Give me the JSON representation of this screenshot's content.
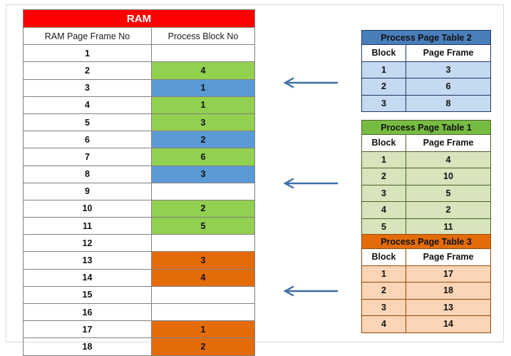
{
  "ram": {
    "title": "RAM",
    "title_color": "#FF0000",
    "columns": [
      "RAM Page Frame No",
      "Process Block No"
    ],
    "rows": [
      {
        "frame": "1",
        "block": "",
        "fill": "none"
      },
      {
        "frame": "2",
        "block": "4",
        "fill": "green"
      },
      {
        "frame": "3",
        "block": "1",
        "fill": "blue"
      },
      {
        "frame": "4",
        "block": "1",
        "fill": "green"
      },
      {
        "frame": "5",
        "block": "3",
        "fill": "green"
      },
      {
        "frame": "6",
        "block": "2",
        "fill": "blue"
      },
      {
        "frame": "7",
        "block": "6",
        "fill": "green"
      },
      {
        "frame": "8",
        "block": "3",
        "fill": "blue"
      },
      {
        "frame": "9",
        "block": "",
        "fill": "none"
      },
      {
        "frame": "10",
        "block": "2",
        "fill": "green"
      },
      {
        "frame": "11",
        "block": "5",
        "fill": "green"
      },
      {
        "frame": "12",
        "block": "",
        "fill": "none"
      },
      {
        "frame": "13",
        "block": "3",
        "fill": "orange"
      },
      {
        "frame": "14",
        "block": "4",
        "fill": "orange"
      },
      {
        "frame": "15",
        "block": "",
        "fill": "none"
      },
      {
        "frame": "16",
        "block": "",
        "fill": "none"
      },
      {
        "frame": "17",
        "block": "1",
        "fill": "orange"
      },
      {
        "frame": "18",
        "block": "2",
        "fill": "orange"
      }
    ]
  },
  "page_tables": [
    {
      "id": "page-table-2",
      "title": "Process  Page Table 2",
      "columns": [
        "Block",
        "Page  Frame"
      ],
      "header_color": "#4A7EBB",
      "body_color": "#C5D9F1",
      "rows": [
        {
          "block": "1",
          "frame": "3"
        },
        {
          "block": "2",
          "frame": "6"
        },
        {
          "block": "3",
          "frame": "8"
        }
      ]
    },
    {
      "id": "page-table-1",
      "title": "Process  Page Table 1",
      "columns": [
        "Block",
        "Page  Frame"
      ],
      "header_color": "#77BC42",
      "body_color": "#D7E4BC",
      "rows": [
        {
          "block": "1",
          "frame": "4"
        },
        {
          "block": "2",
          "frame": "10"
        },
        {
          "block": "3",
          "frame": "5"
        },
        {
          "block": "4",
          "frame": "2"
        },
        {
          "block": "5",
          "frame": "11"
        }
      ]
    },
    {
      "id": "page-table-3",
      "title": "Process  Page Table 3",
      "columns": [
        "Block",
        "Page  Frame"
      ],
      "header_color": "#E36C09",
      "body_color": "#FBD5B5",
      "rows": [
        {
          "block": "1",
          "frame": "17"
        },
        {
          "block": "2",
          "frame": "18"
        },
        {
          "block": "3",
          "frame": "13"
        },
        {
          "block": "4",
          "frame": "14"
        }
      ]
    }
  ],
  "arrows": {
    "color": "#3E6DA8",
    "direction": "left",
    "items": [
      "arrow-to-table-2",
      "arrow-to-table-1",
      "arrow-to-table-3"
    ]
  },
  "fill_colors": {
    "green": "#92D050",
    "blue": "#5B9BD5",
    "orange": "#E36C09",
    "none": "#FFFFFF"
  }
}
